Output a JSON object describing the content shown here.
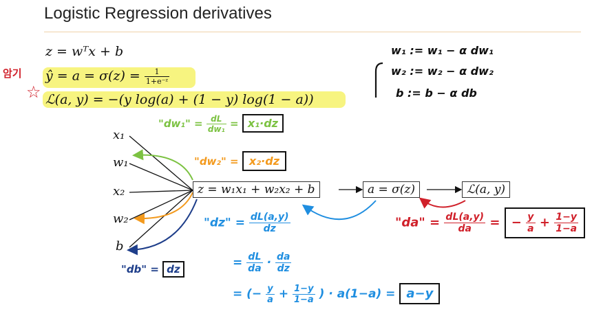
{
  "slide": {
    "title": "Logistic Regression derivatives",
    "equations": {
      "z": "z = wᵀx + b",
      "yhat_lhs": "ŷ = a = σ(z) =",
      "sigmoid_num": "1",
      "sigmoid_den": "1+e⁻ᶻ",
      "loss": "ℒ(a, y) = −(y log(a) + (1 − y) log(1 − a))"
    },
    "margin_notes": {
      "memorize": "암기",
      "star": "☆"
    },
    "updates": {
      "w1": "w₁ := w₁ − α dw₁",
      "w2": "w₂ := w₂ − α dw₂",
      "b": "b := b − α db"
    },
    "graph": {
      "inputs": [
        "x₁",
        "w₁",
        "x₂",
        "w₂",
        "b"
      ],
      "z_node": "z = w₁x₁ + w₂x₂ + b",
      "a_node": "a = σ(z)",
      "loss_node": "ℒ(a, y)"
    },
    "handwritten": {
      "dw1_label": "\"dw₁\" =",
      "dw1_num": "dL",
      "dw1_den": "dw₁",
      "dw1_value": "x₁·dz",
      "dw2_label": "\"dw₂\" =",
      "dw2_value": "x₂·dz",
      "db_label": "\"db\" =",
      "db_value": "dz",
      "da_label": "\"da\" =",
      "da_num": "dL(a,y)",
      "da_den": "da",
      "da_value_sign": "−",
      "da_t1_num": "y",
      "da_t1_den": "a",
      "da_t2_num": "1−y",
      "da_t2_den": "1−a",
      "dz_label": "\"dz\" =",
      "dz_num": "dL(a,y)",
      "dz_den": "dz",
      "dz_step2_a_num": "dL",
      "dz_step2_a_den": "da",
      "dz_step2_b_num": "da",
      "dz_step2_b_den": "dz",
      "dz_step3_lead": "= (−",
      "dz_step3_t1_num": "y",
      "dz_step3_t1_den": "a",
      "dz_step3_t2_num": "1−y",
      "dz_step3_t2_den": "1−a",
      "dz_step3_tail": ") · a(1−a) =",
      "dz_result": "a−y"
    },
    "colors": {
      "green": "#7cc242",
      "orange": "#f39a1e",
      "blue": "#1f8ee0",
      "darkblue": "#1e3e8a",
      "red": "#d0202a",
      "highlight": "#f6f26a"
    }
  }
}
